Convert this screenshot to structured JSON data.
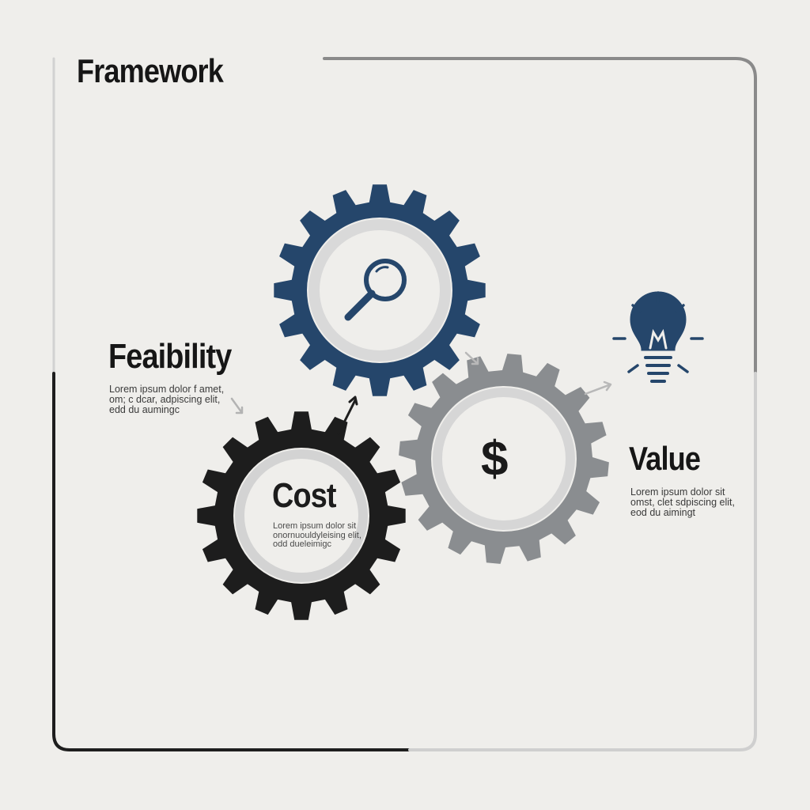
{
  "title": "Framework",
  "feasibility": {
    "title": "Feaibility",
    "body": "Lorem ipsum dolor f amet,\nom; c dcar, adpiscing elit,\nedd du aumingc"
  },
  "cost": {
    "title": "Cost",
    "body": "Lorem ipsum dolor sit\nonornuouldyleising elit,\nodd dueleimigc"
  },
  "value": {
    "title": "Value",
    "body": "Lorem ipsum dolor sit\nomst, clet sdpiscing elit,\neod du aimingt",
    "symbol": "$"
  },
  "colors": {
    "background": "#efeeeb",
    "gear_search": "#25466b",
    "gear_cost": "#1d1d1d",
    "gear_value": "#8a8d90",
    "ring": "#d9d9d9",
    "frame_dark": "#1e1e1e",
    "frame_light": "#c9c9c9",
    "arrow": "#b5b5b5"
  },
  "icons": [
    "magnifier-icon",
    "lightbulb-icon",
    "dollar-icon"
  ]
}
